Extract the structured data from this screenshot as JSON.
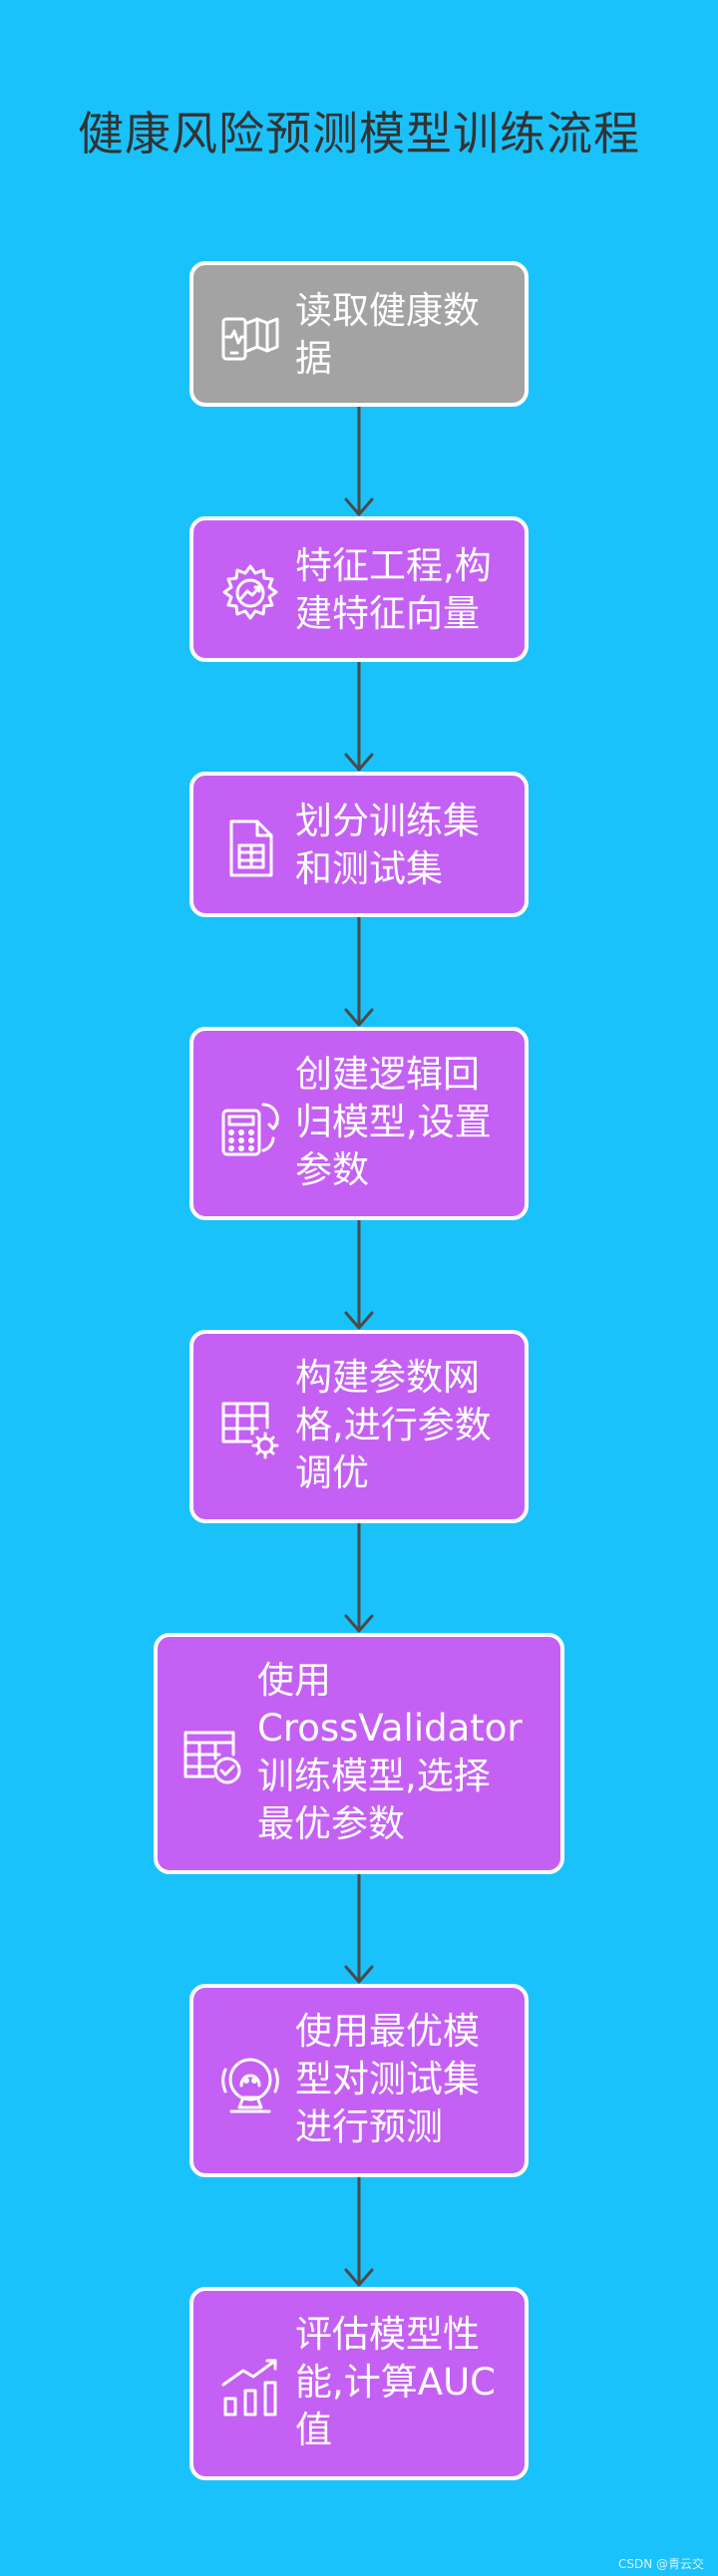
{
  "title": "健康风险预测模型训练流程",
  "steps": [
    {
      "label": "读取健康数\n据",
      "icon": "mobile-map-icon"
    },
    {
      "label": "特征工程,构\n建特征向量",
      "icon": "gear-chart-icon"
    },
    {
      "label": "划分训练集\n和测试集",
      "icon": "spreadsheet-icon"
    },
    {
      "label": "创建逻辑回\n归模型,设置\n参数",
      "icon": "calculator-refresh-icon"
    },
    {
      "label": "构建参数网\n格,进行参数\n调优",
      "icon": "grid-gear-icon"
    },
    {
      "label": "使用\nCrossValidator\n训练模型,选择\n最优参数",
      "icon": "table-check-icon"
    },
    {
      "label": "使用最优模\n型对测试集\n进行预测",
      "icon": "crystal-ball-icon"
    },
    {
      "label": "评估模型性\n能,计算AUC\n值",
      "icon": "bar-chart-up-icon"
    }
  ],
  "watermark": "CSDN @青云交",
  "colors": {
    "background": "#1ac2fb",
    "node": "#c560f5",
    "first_node": "#a3a3a3",
    "arrow": "#4a4a4a"
  }
}
